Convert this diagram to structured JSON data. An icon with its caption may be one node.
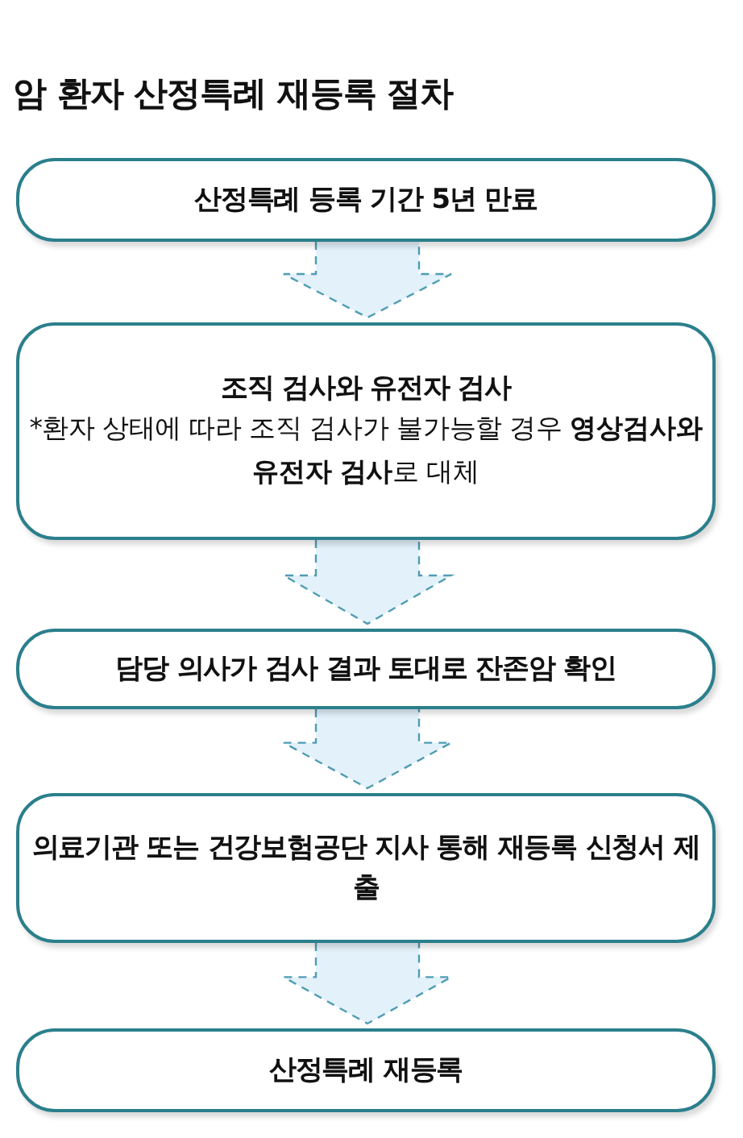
{
  "diagram": {
    "title": "암 환자 산정특례 재등록 절차",
    "nodes": [
      {
        "text": [
          "산정특례 등록 기간 5년 만료"
        ]
      },
      {
        "text": [
          "조직 검사와 유전자 검사",
          "*환자 상태에 따라 조직 검사가 불가능할 경우 **영상검사와 유전자 검사**로 대체"
        ]
      },
      {
        "text": [
          "담당 의사가 검사 결과 토대로 잔존암 확인"
        ]
      },
      {
        "text": [
          "의료기관 또는 건강보험공단 지사 통해 재등록 신청서 제출"
        ]
      },
      {
        "text": [
          "산정특례 재등록"
        ]
      }
    ],
    "edges": [
      {
        "from": 0,
        "to": 1,
        "arrow": "to",
        "style": "dashed"
      },
      {
        "from": 1,
        "to": 2,
        "arrow": "to",
        "style": "dashed"
      },
      {
        "from": 2,
        "to": 3,
        "arrow": "to",
        "style": "dashed"
      },
      {
        "from": 3,
        "to": 4,
        "arrow": "to",
        "style": "dashed"
      }
    ]
  }
}
